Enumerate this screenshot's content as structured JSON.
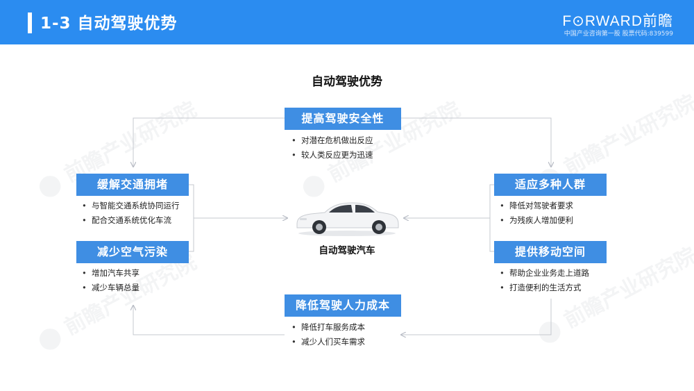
{
  "header": {
    "title": "1-3 自动驾驶优势",
    "brand": "F⊙RWARD前瞻",
    "brand_tag": "中国产业咨询第一股 股票代码:839599",
    "color": "#2b8cf0"
  },
  "diagram": {
    "title": "自动驾驶优势",
    "center_label": "自动驾驶汽车",
    "box_color": "#3f8ee3",
    "nodes": {
      "safety": {
        "label": "提高驾驶安全性",
        "bullets": [
          "对潜在危机做出反应",
          "较人类反应更为迅速"
        ]
      },
      "traffic": {
        "label": "缓解交通拥堵",
        "bullets": [
          "与智能交通系统协同运行",
          "配合交通系统优化车流"
        ]
      },
      "pollution": {
        "label": "减少空气污染",
        "bullets": [
          "增加汽车共享",
          "减少车辆总量"
        ]
      },
      "people": {
        "label": "适应多种人群",
        "bullets": [
          "降低对驾驶者要求",
          "为残疾人增加便利"
        ]
      },
      "mobility": {
        "label": "提供移动空间",
        "bullets": [
          "帮助企业业务走上道路",
          "打造便利的生活方式"
        ]
      },
      "cost": {
        "label": "降低驾驶人力成本",
        "bullets": [
          "降低打车服务成本",
          "减少人们买车需求"
        ]
      }
    }
  }
}
